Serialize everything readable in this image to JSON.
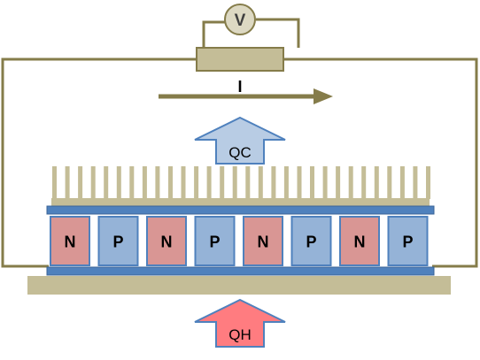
{
  "voltmeter": {
    "label": "V"
  },
  "current": {
    "label": "I"
  },
  "heat": {
    "cold": {
      "label": "QC",
      "fill": "#b8cce4",
      "stroke": "#4f81bd"
    },
    "hot": {
      "label": "QH",
      "fill": "#ff7c80",
      "stroke": "#4f81bd"
    }
  },
  "legs": [
    {
      "type": "N"
    },
    {
      "type": "P"
    },
    {
      "type": "N"
    },
    {
      "type": "P"
    },
    {
      "type": "N"
    },
    {
      "type": "P"
    },
    {
      "type": "N"
    },
    {
      "type": "P"
    }
  ],
  "colors": {
    "wire": "#857c4a",
    "heatsink": "#c4bd97",
    "substrate": "#4f81bd",
    "n_leg": "#d99694",
    "p_leg": "#95b3d7",
    "resistor": "#c4bd97",
    "meter": "#ddd9c3"
  },
  "heatsink": {
    "fin_count": 30
  }
}
